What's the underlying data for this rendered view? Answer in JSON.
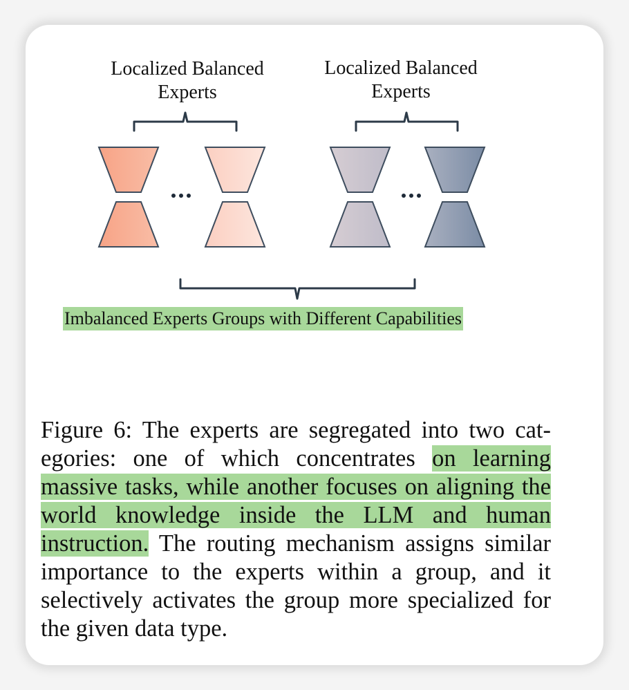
{
  "figure": {
    "left_group_label": "Localized Balanced Experts",
    "right_group_label": "Localized Balanced Experts",
    "bottom_label": "Imbalanced Experts Groups with Different Capabilities",
    "colors": {
      "expert_1": "#f5a88a",
      "expert_2": "#fad6ca",
      "expert_3": "#cbc5cf",
      "expert_4": "#8696ad",
      "outline": "#3e4d5e",
      "brace": "#2c3a48",
      "highlight": "#a8d89a"
    }
  },
  "caption": {
    "part1": "Figure 6: The experts are segregated into two cat­egories:  one of which concentrates ",
    "highlighted": "on learning massive tasks, while another focuses on aligning the world knowledge inside the LLM and human instruction.",
    "part2": " The routing mechanism assigns simi­lar importance to the experts within a group, and it selectively activates the group more specialized for the given data type."
  }
}
